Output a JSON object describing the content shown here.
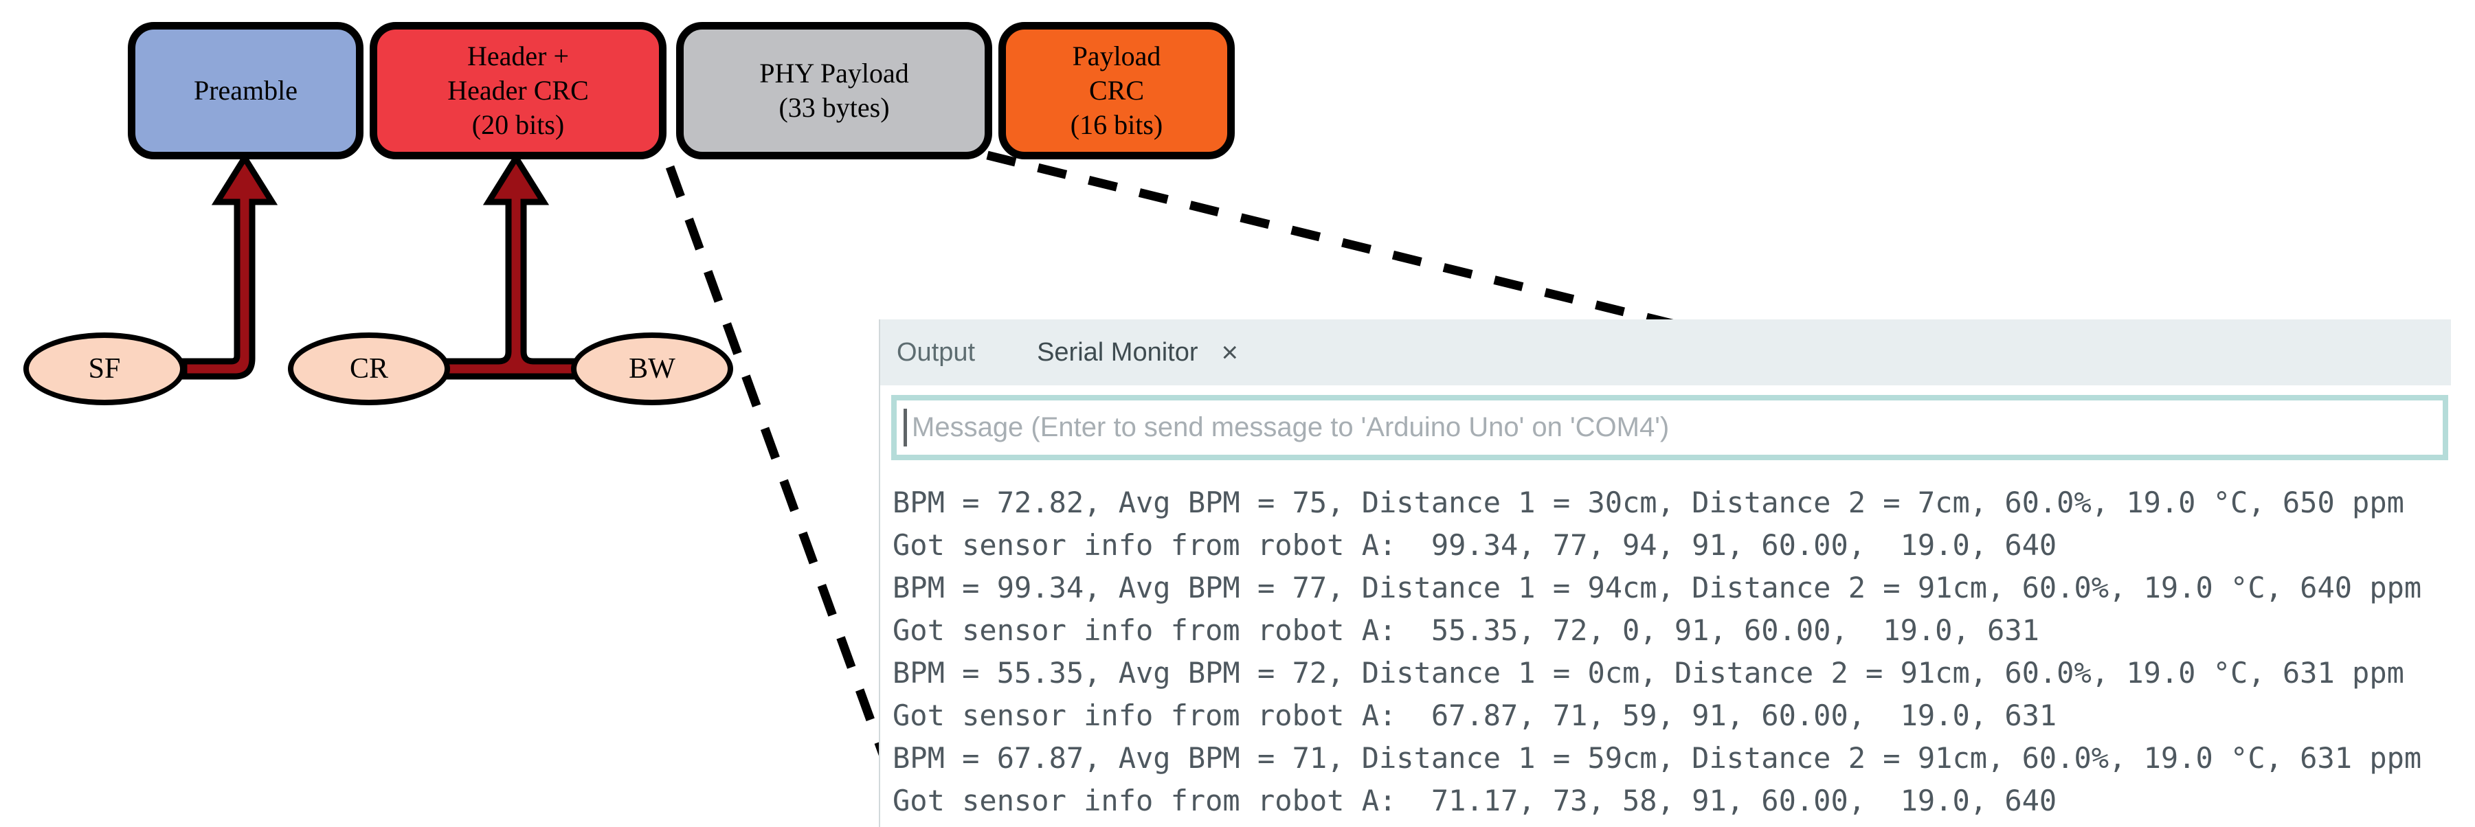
{
  "diagram": {
    "packet_fields": [
      {
        "id": "preamble",
        "lines": [
          "Preamble"
        ],
        "fill": "#8fa7d8"
      },
      {
        "id": "header",
        "lines": [
          "Header +",
          "Header CRC",
          "(20 bits)"
        ],
        "fill": "#ee3b43"
      },
      {
        "id": "phy_payload",
        "lines": [
          "PHY Payload",
          "(33 bytes)"
        ],
        "fill": "#bfc0c3"
      },
      {
        "id": "payload_crc",
        "lines": [
          "Payload",
          "CRC",
          "(16 bits)"
        ],
        "fill": "#f4631e"
      }
    ],
    "parameters": [
      {
        "label": "SF"
      },
      {
        "label": "CR"
      },
      {
        "label": "BW"
      }
    ],
    "colors": {
      "arrow": "#9b1016",
      "outline": "#000000",
      "ellipse_fill": "#fbd5c0",
      "dashed_connector": "#000000"
    }
  },
  "serial_monitor": {
    "tabs": [
      {
        "label": "Output",
        "active": false
      },
      {
        "label": "Serial Monitor",
        "active": true
      }
    ],
    "close_icon": "×",
    "input": {
      "value": "",
      "placeholder": "Message (Enter to send message to 'Arduino Uno' on 'COM4')"
    },
    "console_lines": [
      "BPM = 72.82, Avg BPM = 75, Distance 1 = 30cm, Distance 2 = 7cm, 60.0%, 19.0 °C, 650 ppm",
      "Got sensor info from robot A:  99.34, 77, 94, 91, 60.00,  19.0, 640",
      "BPM = 99.34, Avg BPM = 77, Distance 1 = 94cm, Distance 2 = 91cm, 60.0%, 19.0 °C, 640 ppm",
      "Got sensor info from robot A:  55.35, 72, 0, 91, 60.00,  19.0, 631",
      "BPM = 55.35, Avg BPM = 72, Distance 1 = 0cm, Distance 2 = 91cm, 60.0%, 19.0 °C, 631 ppm",
      "Got sensor info from robot A:  67.87, 71, 59, 91, 60.00,  19.0, 631",
      "BPM = 67.87, Avg BPM = 71, Distance 1 = 59cm, Distance 2 = 91cm, 60.0%, 19.0 °C, 631 ppm",
      "Got sensor info from robot A:  71.17, 73, 58, 91, 60.00,  19.0, 640"
    ],
    "colors": {
      "tab_bar_bg": "#e8eef0",
      "input_border": "#b5dcd9",
      "console_text": "#4e585f",
      "placeholder_text": "#a7aeb3"
    }
  }
}
